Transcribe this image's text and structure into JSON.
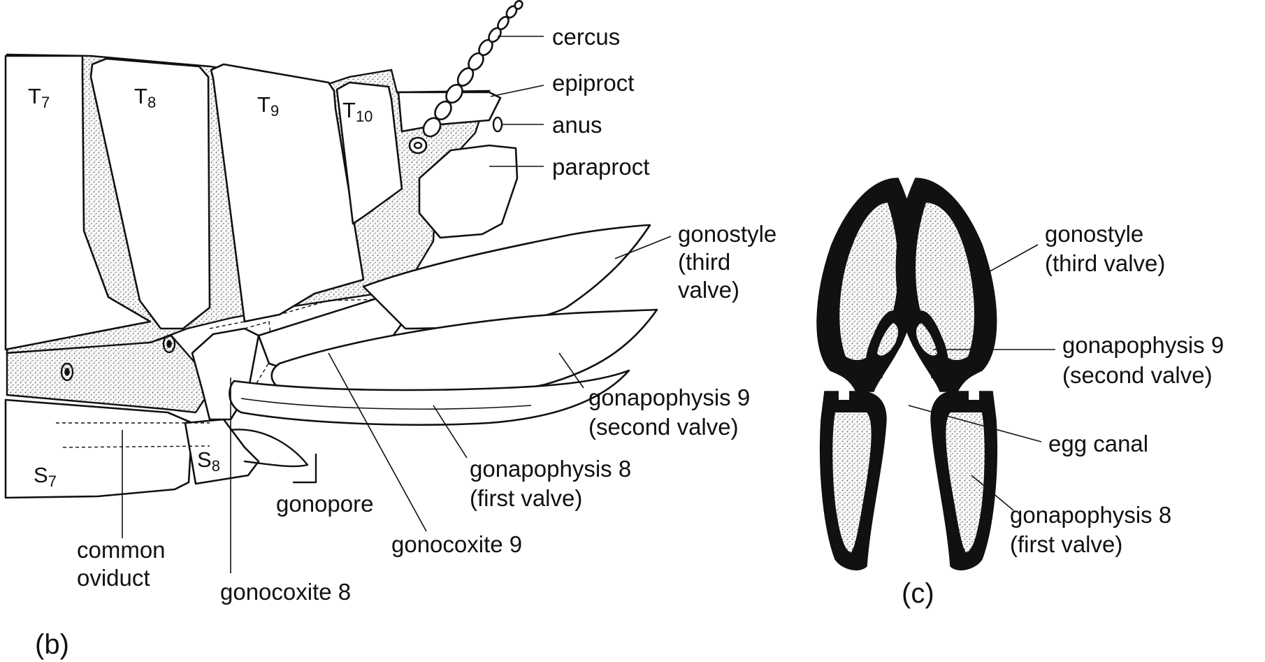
{
  "panels": {
    "b": "(b)",
    "c": "(c)"
  },
  "segments": {
    "t7": "T",
    "t7_sub": "7",
    "t8": "T",
    "t8_sub": "8",
    "t9": "T",
    "t9_sub": "9",
    "t10": "T",
    "t10_sub": "10",
    "s7": "S",
    "s7_sub": "7",
    "s8": "S",
    "s8_sub": "8"
  },
  "labels_b": {
    "cercus": "cercus",
    "epiproct": "epiproct",
    "anus": "anus",
    "paraproct": "paraproct",
    "gonostyle_1": "gonostyle",
    "gonostyle_2": "(third",
    "gonostyle_3": "valve)",
    "gonapophysis9_1": "gonapophysis 9",
    "gonapophysis9_2": "(second valve)",
    "gonapophysis8_1": "gonapophysis 8",
    "gonapophysis8_2": "(first valve)",
    "gonopore": "gonopore",
    "gonocoxite9": "gonocoxite 9",
    "common_oviduct_1": "common",
    "common_oviduct_2": "oviduct",
    "gonocoxite8": "gonocoxite 8"
  },
  "labels_c": {
    "gonostyle_1": "gonostyle",
    "gonostyle_2": "(third valve)",
    "gonapophysis9_1": "gonapophysis 9",
    "gonapophysis9_2": "(second valve)",
    "egg_canal": "egg canal",
    "gonapophysis8_1": "gonapophysis 8",
    "gonapophysis8_2": "(first valve)"
  }
}
